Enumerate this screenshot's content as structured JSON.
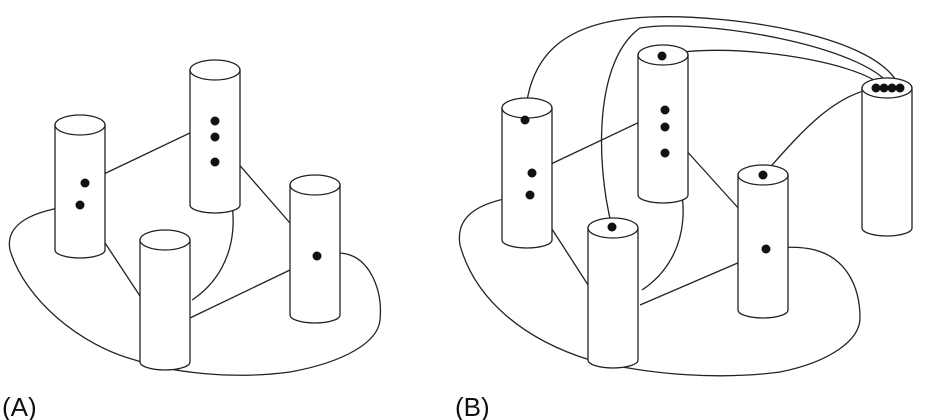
{
  "panels": [
    {
      "id": "A",
      "label": "(A)"
    },
    {
      "id": "B",
      "label": "(B)"
    }
  ],
  "colors": {
    "stroke": "#222222",
    "dot": "#111111",
    "background": "#ffffff"
  }
}
